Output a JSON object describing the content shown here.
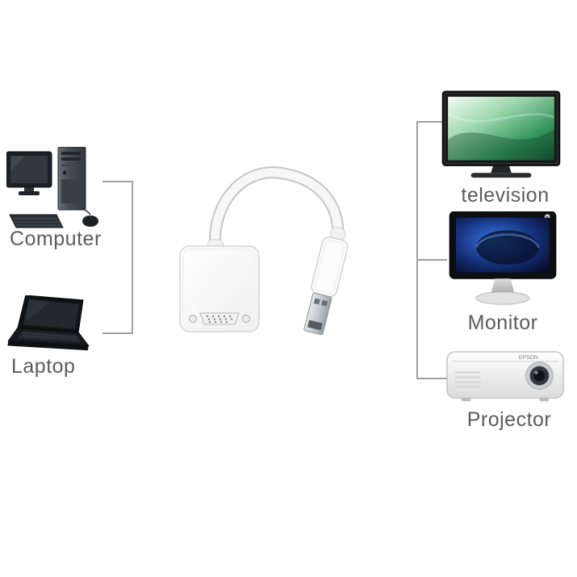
{
  "diagram": {
    "description": "USB to VGA adapter cable connecting computer sources to display devices"
  },
  "devices": {
    "left": [
      {
        "id": "computer",
        "label": "Computer"
      },
      {
        "id": "laptop",
        "label": "Laptop"
      }
    ],
    "right": [
      {
        "id": "television",
        "label": "television"
      },
      {
        "id": "monitor",
        "label": "Monitor"
      },
      {
        "id": "projector",
        "label": "Projector"
      }
    ]
  },
  "brands": {
    "monitor": "hp",
    "projector": "EPSON"
  },
  "colors": {
    "connector_line": "#9e9e9e",
    "label_text": "#5c5c5c",
    "adapter_body": "#fdfdfd",
    "usb_metal": "#c3c9cf",
    "tv_screen_green": "#37975f",
    "monitor_screen_blue": "#2f6fe0"
  }
}
